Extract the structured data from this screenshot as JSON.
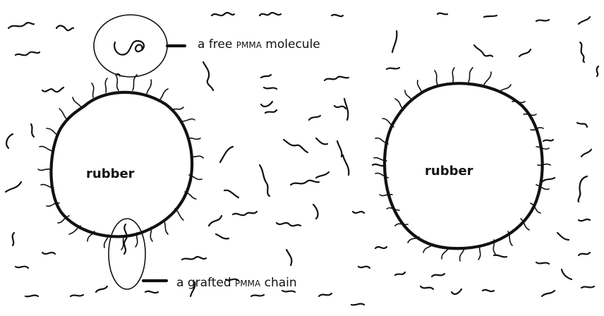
{
  "labels": {
    "free_molecule": {
      "prefix": "a free ",
      "abbrev": "PMMA",
      "suffix": " molecule"
    },
    "grafted_chain": {
      "prefix": "a grafted ",
      "abbrev": "PMMA",
      "suffix": " chain"
    },
    "left_particle": "rubber",
    "right_particle": "rubber"
  }
}
